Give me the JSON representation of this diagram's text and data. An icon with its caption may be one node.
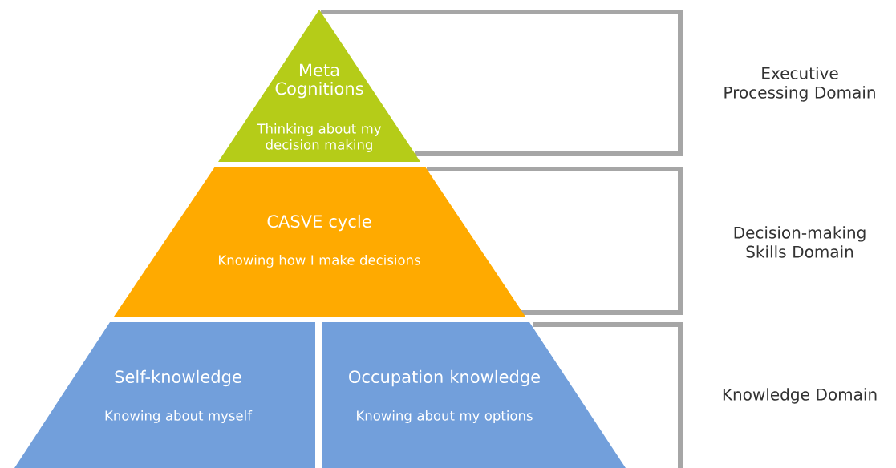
{
  "diagram": {
    "nodes": [
      {
        "text": [
          "Meta Cognitions",
          "Thinking about my decision making"
        ]
      },
      {
        "text": [
          "CASVE cycle",
          "Knowing how I make decisions"
        ]
      },
      {
        "text": [
          "Self-knowledge",
          "Knowing about myself"
        ]
      },
      {
        "text": [
          "Occupation knowledge",
          "Knowing about my options"
        ]
      }
    ],
    "labels": [
      "Executive Processing Domain",
      "Decision-making Skills Domain",
      "Knowledge Domain"
    ]
  }
}
